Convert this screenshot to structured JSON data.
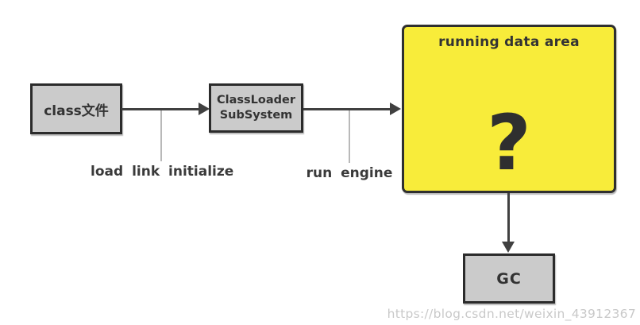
{
  "diagram": {
    "nodes": {
      "class_file": {
        "label": "class文件"
      },
      "classloader": {
        "line1": "ClassLoader",
        "line2": "SubSystem"
      },
      "running_data_area": {
        "title": "running data area",
        "placeholder": "?"
      },
      "gc": {
        "label": "GC"
      }
    },
    "edge_labels": {
      "load_link_initialize": "load link initialize",
      "run_engine": "run engine"
    },
    "colors": {
      "node_fill": "#cbcbcb",
      "node_border": "#2b2b2b",
      "highlight_fill": "#f8ec3a",
      "arrow": "#404040",
      "connector": "#b9b9b9",
      "text": "#333333",
      "watermark": "#c9c9c9"
    }
  },
  "watermark": {
    "text": "https://blog.csdn.net/weixin_43912367"
  }
}
